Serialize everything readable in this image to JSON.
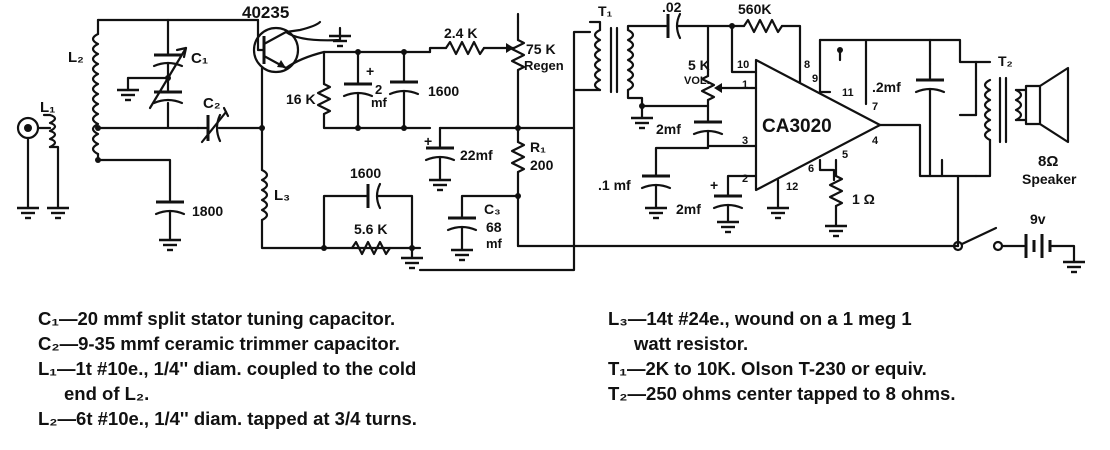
{
  "schematic": {
    "transistor_label": "40235",
    "labels": {
      "l1": "L₁",
      "l2": "L₂",
      "l3": "L₃",
      "c1": "C₁",
      "c2": "C₂",
      "c3": "C₃",
      "r1": "R₁",
      "t1": "T₁",
      "t2": "T₂",
      "r_2_4k": "2.4 K",
      "pot_75k": "75 K",
      "regen": "Regen",
      "r_16k": "16 K",
      "c_2mf_top_a": "2",
      "c_2mf_top_b": "mf",
      "c_1600_top": "1600",
      "c_1600_mid": "1600",
      "r_5_6k": "5.6 K",
      "c_1800": "1800",
      "c_22mf": "22mf",
      "r1_value": "200",
      "c3_value_a": "68",
      "c3_value_b": "mf",
      "c_02": ".02",
      "r_560k": "560K",
      "pot_5k": "5 K",
      "vol": "VOL.",
      "c_2mf_vol": "2mf",
      "c_1mf": ".1 mf",
      "c_2mf_pin2": "2mf",
      "ic": "CA3020",
      "c_2mf_out": ".2mf",
      "r_1ohm": "1 Ω",
      "speaker_ohms": "8Ω",
      "speaker": "Speaker",
      "battery": "9v",
      "plus_a": "+",
      "plus_b": "+",
      "plus_c": "+"
    },
    "pins": {
      "p1": "1",
      "p2": "2",
      "p3": "3",
      "p4": "4",
      "p5": "5",
      "p6": "6",
      "p7": "7",
      "p8": "8",
      "p9": "9",
      "p10": "10",
      "p11": "11",
      "p12": "12"
    }
  },
  "parts_list": {
    "left": [
      {
        "ref": "C₁",
        "text": "—20 mmf split stator tuning capacitor."
      },
      {
        "ref": "C₂",
        "text": "—9-35 mmf ceramic trimmer capacitor."
      },
      {
        "ref": "L₁",
        "text": "—1t #10e., 1/4'' diam. coupled to the cold"
      },
      {
        "ref": "",
        "text": "end of L₂."
      },
      {
        "ref": "L₂",
        "text": "—6t #10e., 1/4'' diam. tapped at 3/4 turns."
      }
    ],
    "right": [
      {
        "ref": "L₃",
        "text": "—14t #24e., wound on a 1 meg 1"
      },
      {
        "ref": "",
        "text": "watt resistor."
      },
      {
        "ref": "T₁",
        "text": "—2K to 10K. Olson T-230 or equiv."
      },
      {
        "ref": "T₂",
        "text": "—250 ohms center tapped to 8 ohms."
      }
    ]
  }
}
